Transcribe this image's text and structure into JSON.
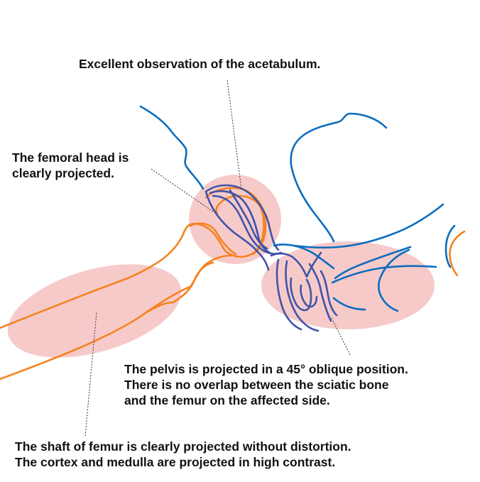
{
  "annotations": {
    "acetabulum": {
      "lines": [
        "Excellent observation of the acetabulum."
      ]
    },
    "femoral_head": {
      "lines": [
        "The femoral head is",
        "clearly projected."
      ]
    },
    "pelvis": {
      "lines": [
        "The pelvis is projected in a 45° oblique position.",
        "There is no overlap between the sciatic bone",
        "and the femur on the affected side."
      ]
    },
    "femur_shaft": {
      "lines": [
        "The shaft of femur is clearly projected without distortion.",
        "The cortex and medulla are projected in high contrast."
      ]
    }
  },
  "colors": {
    "highlight": "#f6c4c4",
    "pelvis_outline": "#0b6dbf",
    "hip_joint_outline": "#3f55a7",
    "femur_outline": "#f58220",
    "leader_line": "#333333",
    "caption_text": "#111111"
  }
}
